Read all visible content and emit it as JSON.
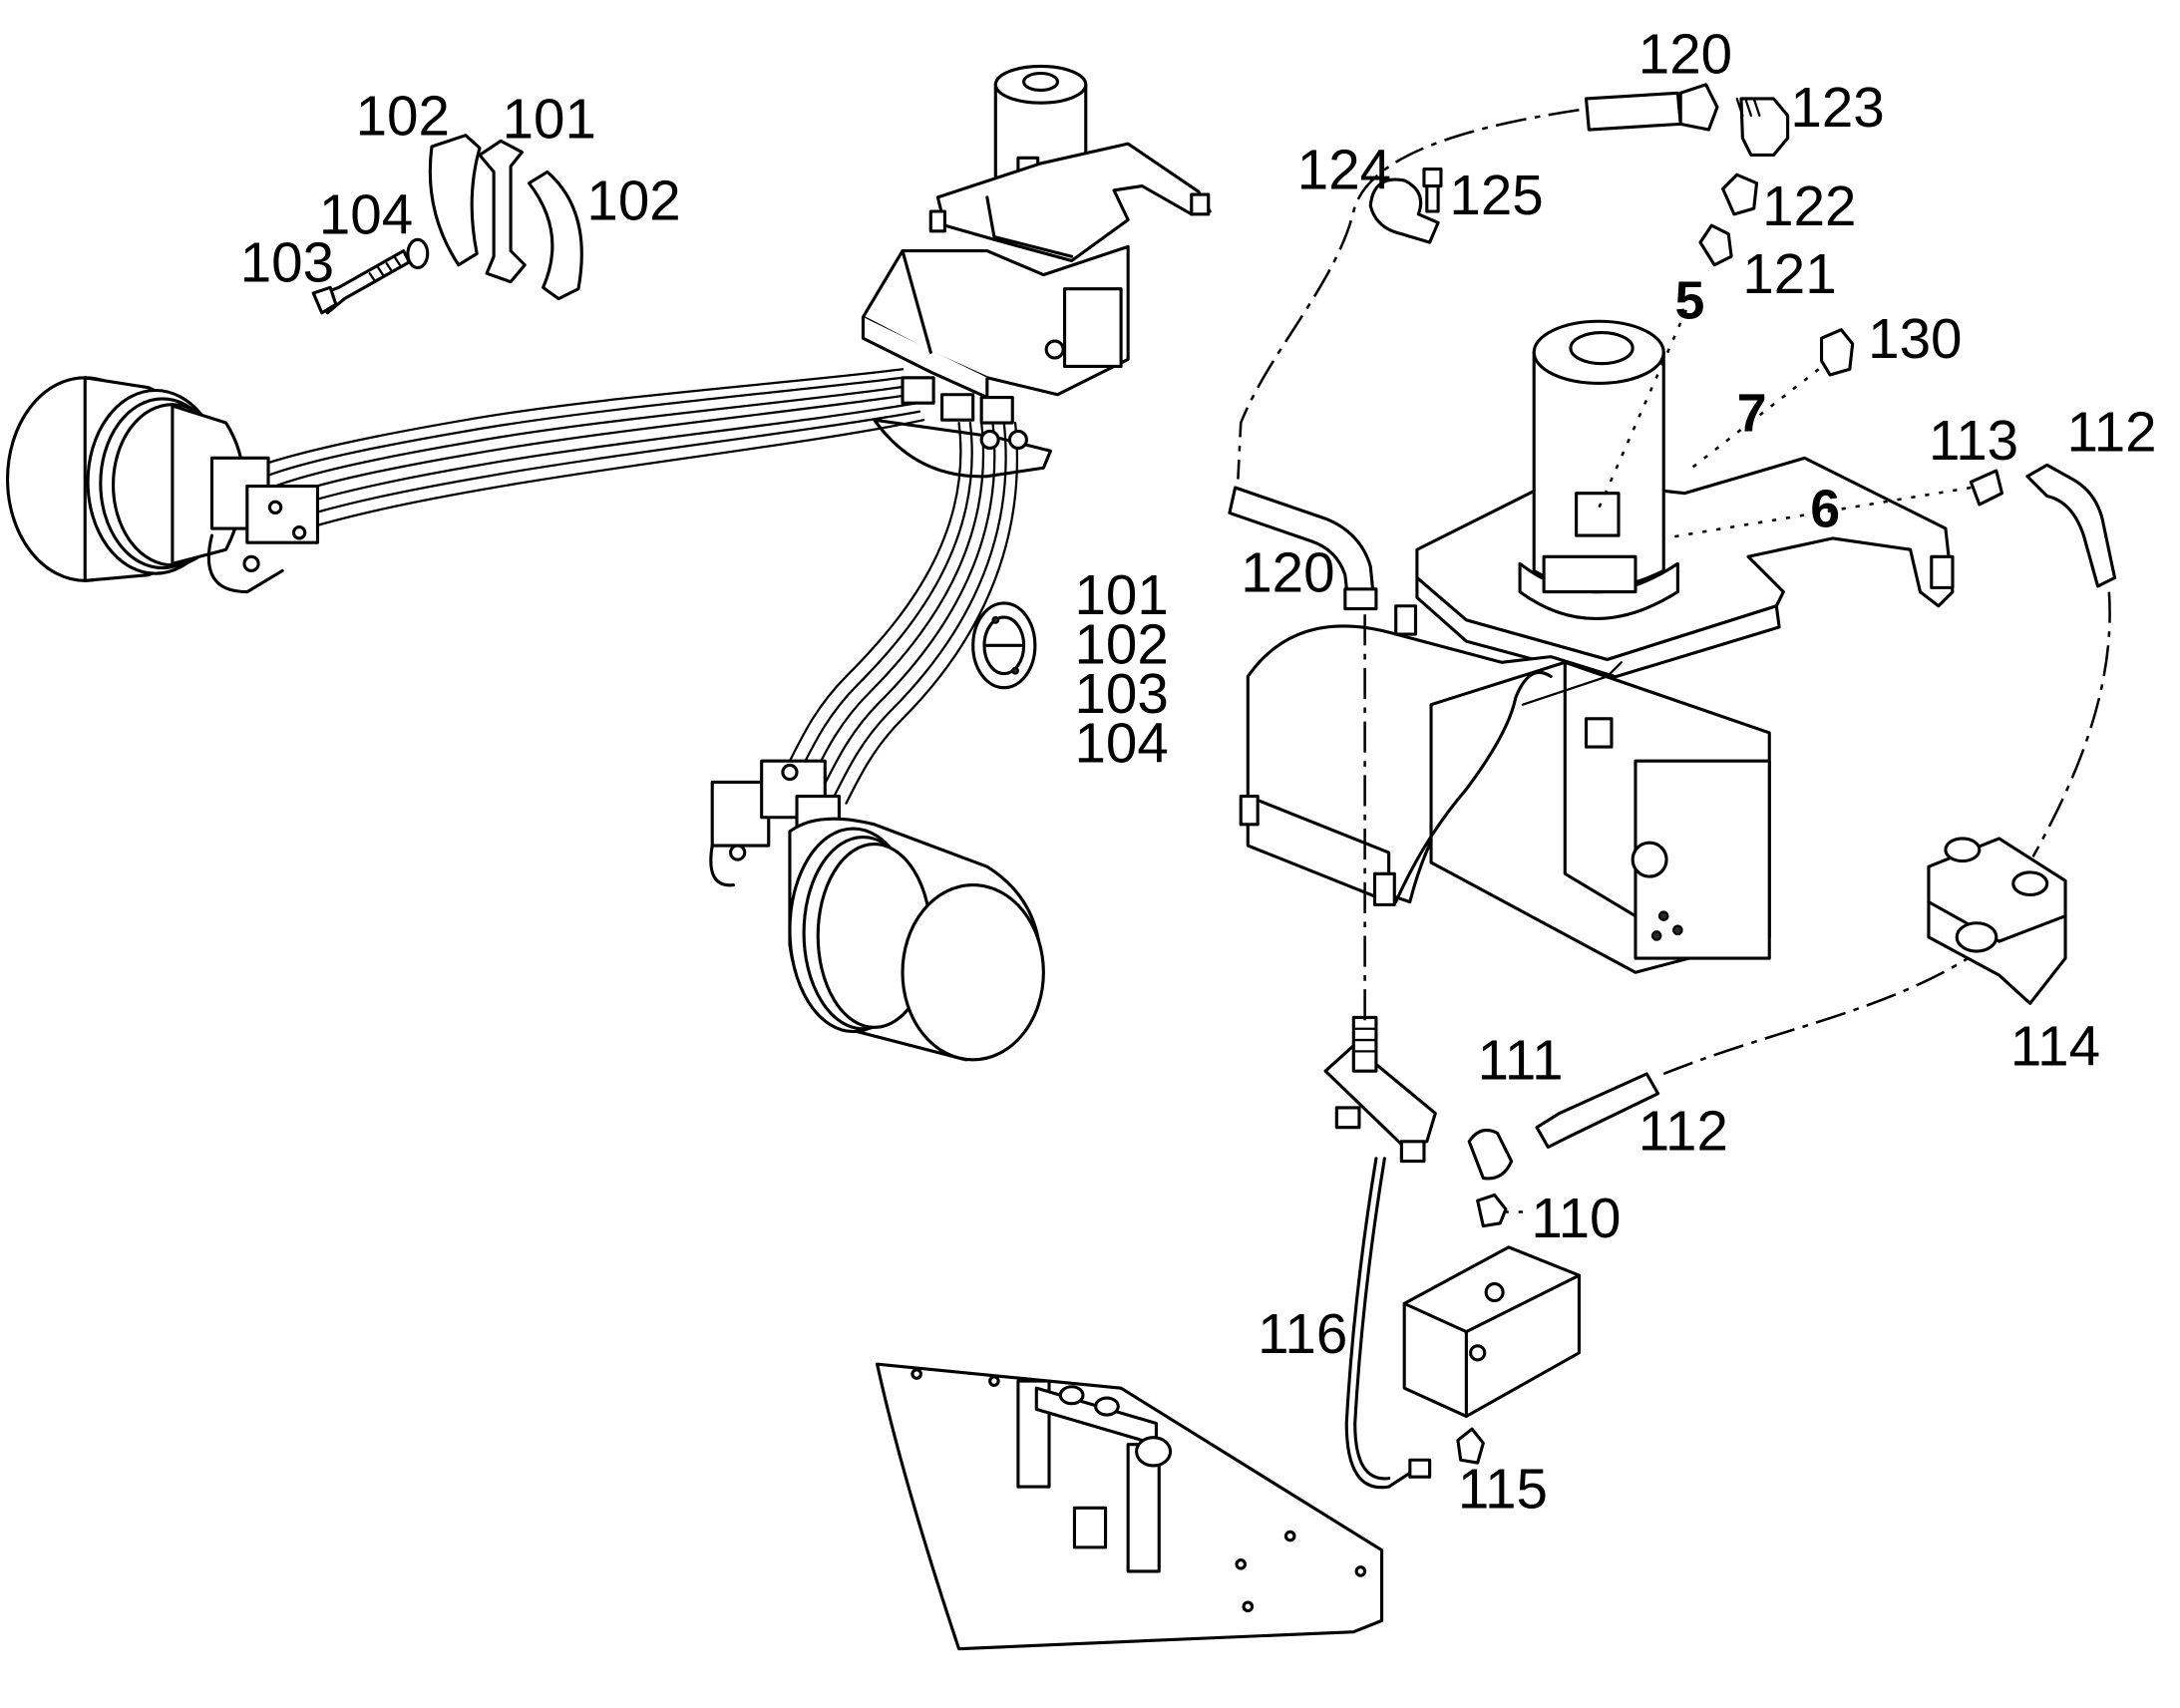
{
  "callouts": {
    "c120_top": "120",
    "c123": "123",
    "c124": "124",
    "c125": "125",
    "c122": "122",
    "c121": "121",
    "c5": "5",
    "c130": "130",
    "c7": "7",
    "c113": "113",
    "c112_right": "112",
    "c6": "6",
    "c120_left": "120",
    "c102_left": "102",
    "c101_top": "101",
    "c102_right": "102",
    "c104_top": "104",
    "c103_top": "103",
    "c101_list": "101",
    "c102_list": "102",
    "c103_list": "103",
    "c104_list": "104",
    "c114": "114",
    "c111": "111",
    "c112_bottom": "112",
    "c110": "110",
    "c116": "116",
    "c115": "115"
  }
}
